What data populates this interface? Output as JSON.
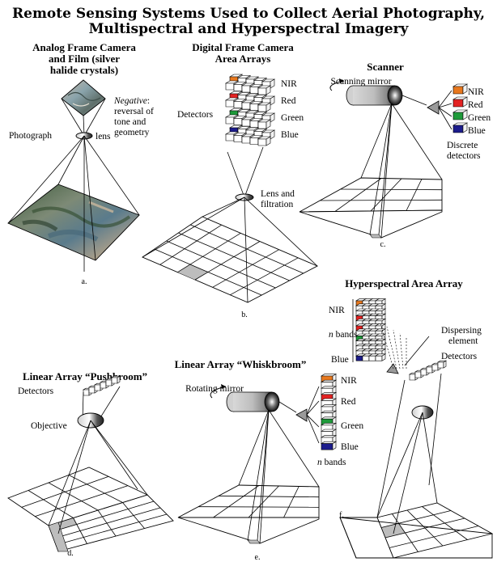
{
  "title": {
    "line1": "Remote Sensing Systems Used to Collect Aerial Photography,",
    "line2": "Multispectral and Hyperspectral Imagery"
  },
  "panels": {
    "a": {
      "heading_line1": "Analog Frame Camera",
      "heading_line2": "and Film (silver",
      "heading_line3": "halide crystals)",
      "photograph": "Photograph",
      "lens": "lens",
      "negative_word": "Negative",
      "negative_rest1": ": ",
      "negative_rest2": "reversal of",
      "negative_rest3": "tone and",
      "negative_rest4": "geometry",
      "letter": "a."
    },
    "b": {
      "heading_line1": "Digital Frame Camera",
      "heading_line2": "Area Arrays",
      "detectors": "Detectors",
      "bands": [
        "NIR",
        "Red",
        "Green",
        "Blue"
      ],
      "lens_line1": "Lens and",
      "lens_line2": "filtration",
      "letter": "b."
    },
    "c": {
      "heading": "Scanner",
      "mirror": "Scanning mirror",
      "bands": [
        "NIR",
        "Red",
        "Green",
        "Blue"
      ],
      "discrete_line1": "Discrete",
      "discrete_line2": "detectors",
      "letter": "c."
    },
    "d": {
      "heading": "Linear Array “Pushbroom”",
      "detectors": "Detectors",
      "objective": "Objective",
      "letter": "d."
    },
    "e": {
      "heading": "Linear Array “Whiskbroom”",
      "mirror": "Rotating mirror",
      "bands": [
        "NIR",
        "Red",
        "Green",
        "Blue"
      ],
      "n_italic": "n",
      "n_rest": " bands",
      "letter": "e."
    },
    "f": {
      "heading": "Hyperspectral Area Array",
      "nir": "NIR",
      "n_italic": "n",
      "n_rest": " bands",
      "blue": "Blue",
      "dispersing_line1": "Dispersing",
      "dispersing_line2": "element",
      "detectors": "Detectors",
      "letter": "f."
    }
  },
  "colors": {
    "nir": "#e8781e",
    "red": "#e32222",
    "green": "#1e9a3a",
    "blue": "#1c1c8c"
  }
}
